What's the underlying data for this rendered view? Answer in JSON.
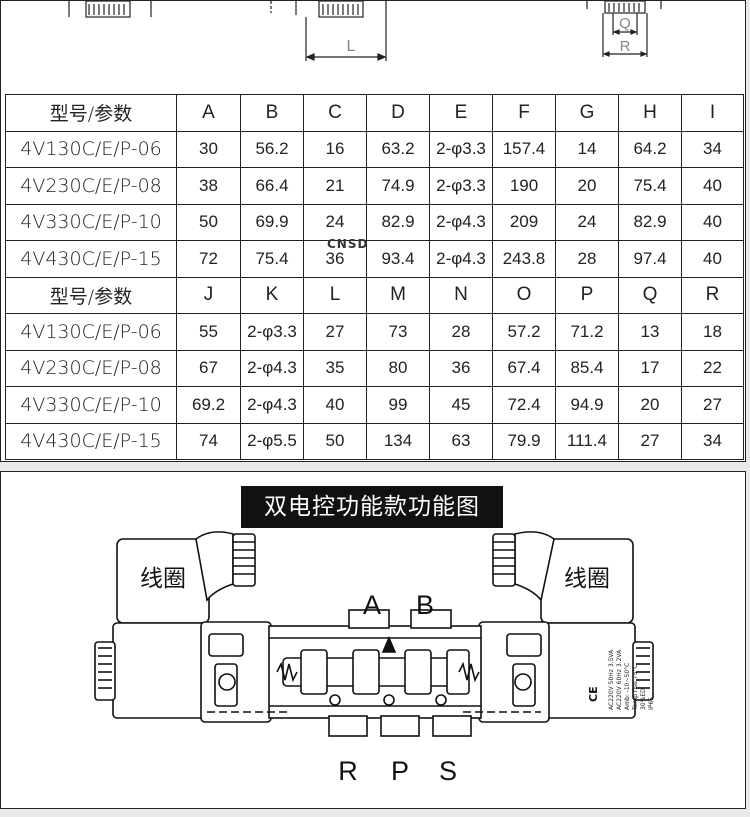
{
  "drawing": {
    "labels": [
      "L",
      "Q",
      "R"
    ]
  },
  "table": {
    "columns": [
      [
        "型号/参数",
        "A",
        "B",
        "C",
        "D",
        "E",
        "F",
        "G",
        "H",
        "I"
      ],
      [
        "型号/参数",
        "J",
        "K",
        "L",
        "M",
        "N",
        "O",
        "P",
        "Q",
        "R"
      ]
    ],
    "groups": [
      {
        "header": [
          "型号/参数",
          "A",
          "B",
          "C",
          "D",
          "E",
          "F",
          "G",
          "H",
          "I"
        ],
        "rows": [
          [
            "4V130C/E/P-06",
            "30",
            "56.2",
            "16",
            "63.2",
            "2-φ3.3",
            "157.4",
            "14",
            "64.2",
            "34"
          ],
          [
            "4V230C/E/P-08",
            "38",
            "66.4",
            "21",
            "74.9",
            "2-φ3.3",
            "190",
            "20",
            "75.4",
            "40"
          ],
          [
            "4V330C/E/P-10",
            "50",
            "69.9",
            "24",
            "82.9",
            "2-φ4.3",
            "209",
            "24",
            "82.9",
            "40"
          ],
          [
            "4V430C/E/P-15",
            "72",
            "75.4",
            "36",
            "93.4",
            "2-φ4.3",
            "243.8",
            "28",
            "97.4",
            "40"
          ]
        ]
      },
      {
        "header": [
          "型号/参数",
          "J",
          "K",
          "L",
          "M",
          "N",
          "O",
          "P",
          "Q",
          "R"
        ],
        "rows": [
          [
            "4V130C/E/P-06",
            "55",
            "2-φ3.3",
            "27",
            "73",
            "28",
            "57.2",
            "71.2",
            "13",
            "18"
          ],
          [
            "4V230C/E/P-08",
            "67",
            "2-φ4.3",
            "35",
            "80",
            "36",
            "67.4",
            "85.4",
            "17",
            "22"
          ],
          [
            "4V330C/E/P-10",
            "69.2",
            "2-φ4.3",
            "40",
            "99",
            "45",
            "72.4",
            "94.9",
            "20",
            "27"
          ],
          [
            "4V430C/E/P-15",
            "74",
            "2-φ5.5",
            "50",
            "134",
            "63",
            "79.9",
            "111.4",
            "27",
            "34"
          ]
        ]
      }
    ]
  },
  "watermark": "CNSD",
  "diagram": {
    "title": "双电控功能款功能图",
    "coil_left": "线圈",
    "coil_right": "线圈",
    "ports_top": [
      "A",
      "B"
    ],
    "ports_bottom": [
      "R",
      "P",
      "S"
    ],
    "nameplate": [
      "AC220V 50Hz 3.5VA",
      "AC220V 60Hz 3.2VA",
      "Amb: -10~50°C",
      "Temp rise 75°C",
      "30%ED",
      "IP65"
    ],
    "ce_mark": "CE"
  }
}
